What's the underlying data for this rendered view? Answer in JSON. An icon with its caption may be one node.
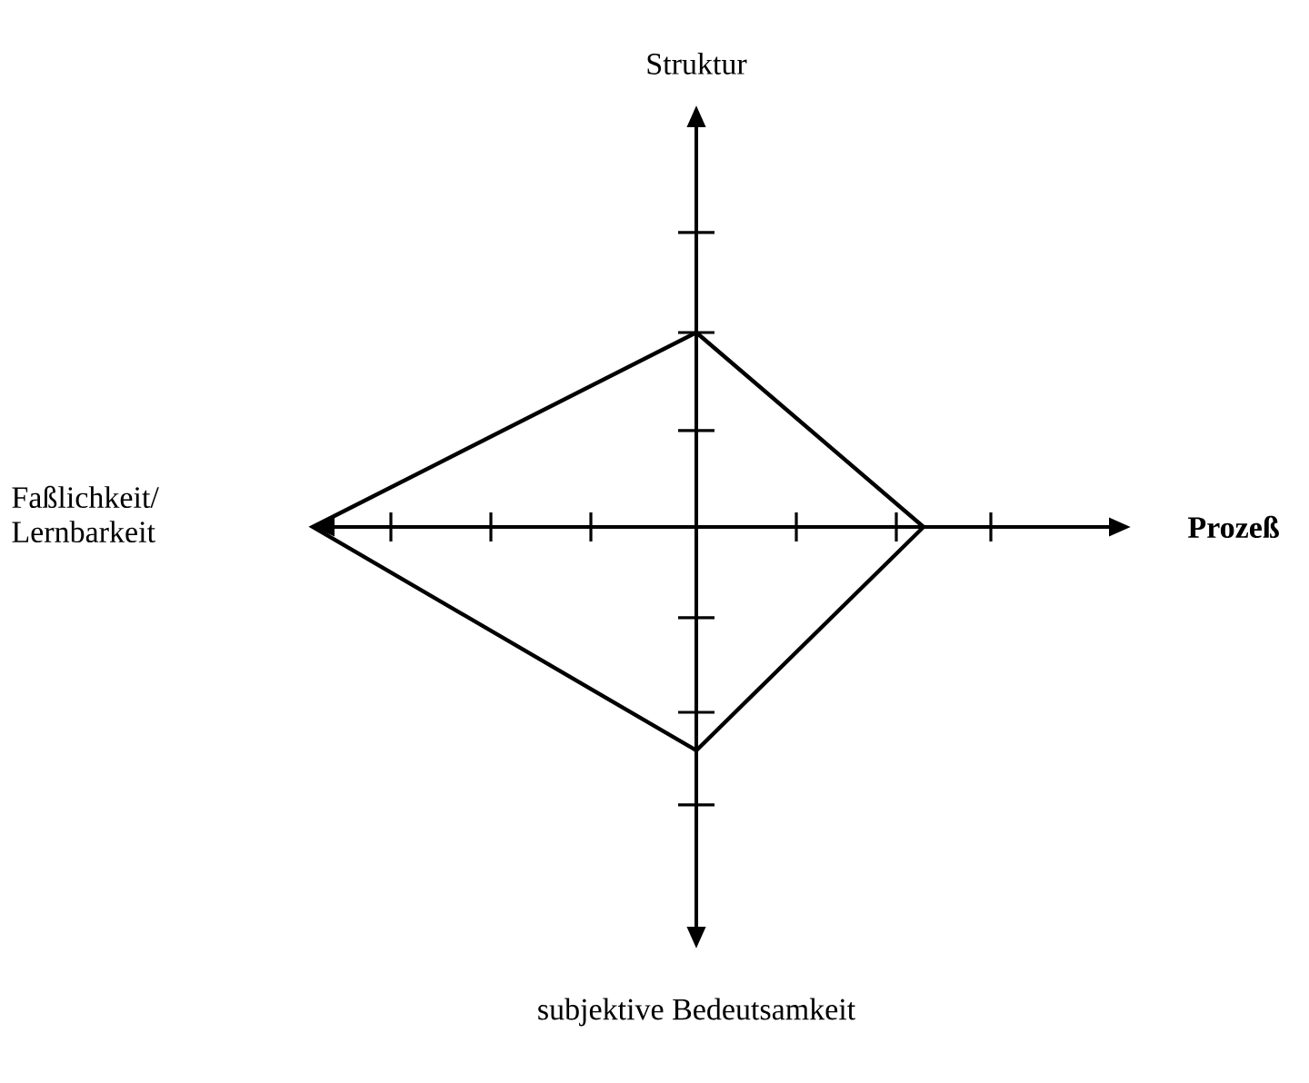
{
  "diagram": {
    "labels": [
      "Struktur",
      "Faßlichkeit/ Lernbarkeit",
      "Prozeß",
      "subjektive Bedeutsamkeit"
    ]
  }
}
